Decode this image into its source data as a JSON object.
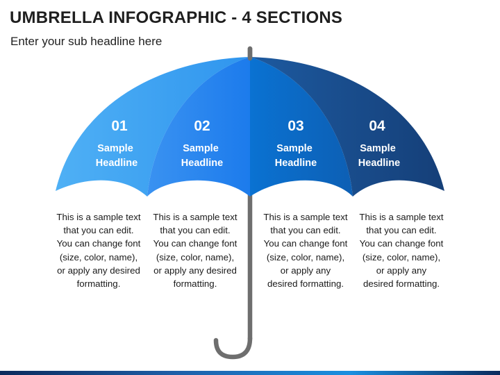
{
  "title": "UMBRELLA INFOGRAPHIC - 4 SECTIONS",
  "subtitle": "Enter your sub headline here",
  "colors": {
    "section1": "#3fa2f2",
    "section2": "#2b86f0",
    "section3": "#0d6bc6",
    "section4": "#1b5091",
    "shaft": "#6e6e6e"
  },
  "sections": [
    {
      "number": "01",
      "headline_lines": [
        "Sample",
        "Headline"
      ],
      "body_lines": [
        "This is a sample text",
        "that you can edit.",
        "You can change font",
        "(size, color, name),",
        "or apply any desired",
        "formatting."
      ]
    },
    {
      "number": "02",
      "headline_lines": [
        "Sample",
        "Headline"
      ],
      "body_lines": [
        "This is a sample text",
        "that you can edit.",
        "You can change font",
        "(size, color, name),",
        "or apply any desired",
        "formatting."
      ]
    },
    {
      "number": "03",
      "headline_lines": [
        "Sample",
        "Headline"
      ],
      "body_lines": [
        "This is a sample text",
        "that you can edit.",
        "You can change font",
        "(size, color, name),",
        "or apply any",
        "desired formatting."
      ]
    },
    {
      "number": "04",
      "headline_lines": [
        "Sample",
        "Headline"
      ],
      "body_lines": [
        "This is a sample text",
        "that you can edit.",
        "You can change font",
        "(size, color, name),",
        "or apply any",
        "desired formatting."
      ]
    }
  ]
}
